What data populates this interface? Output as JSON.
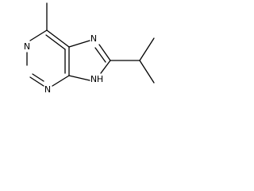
{
  "molecule": {
    "atoms": {
      "n1": "N",
      "n3": "N",
      "n7": "N",
      "n9": "N",
      "nh": "H"
    }
  }
}
